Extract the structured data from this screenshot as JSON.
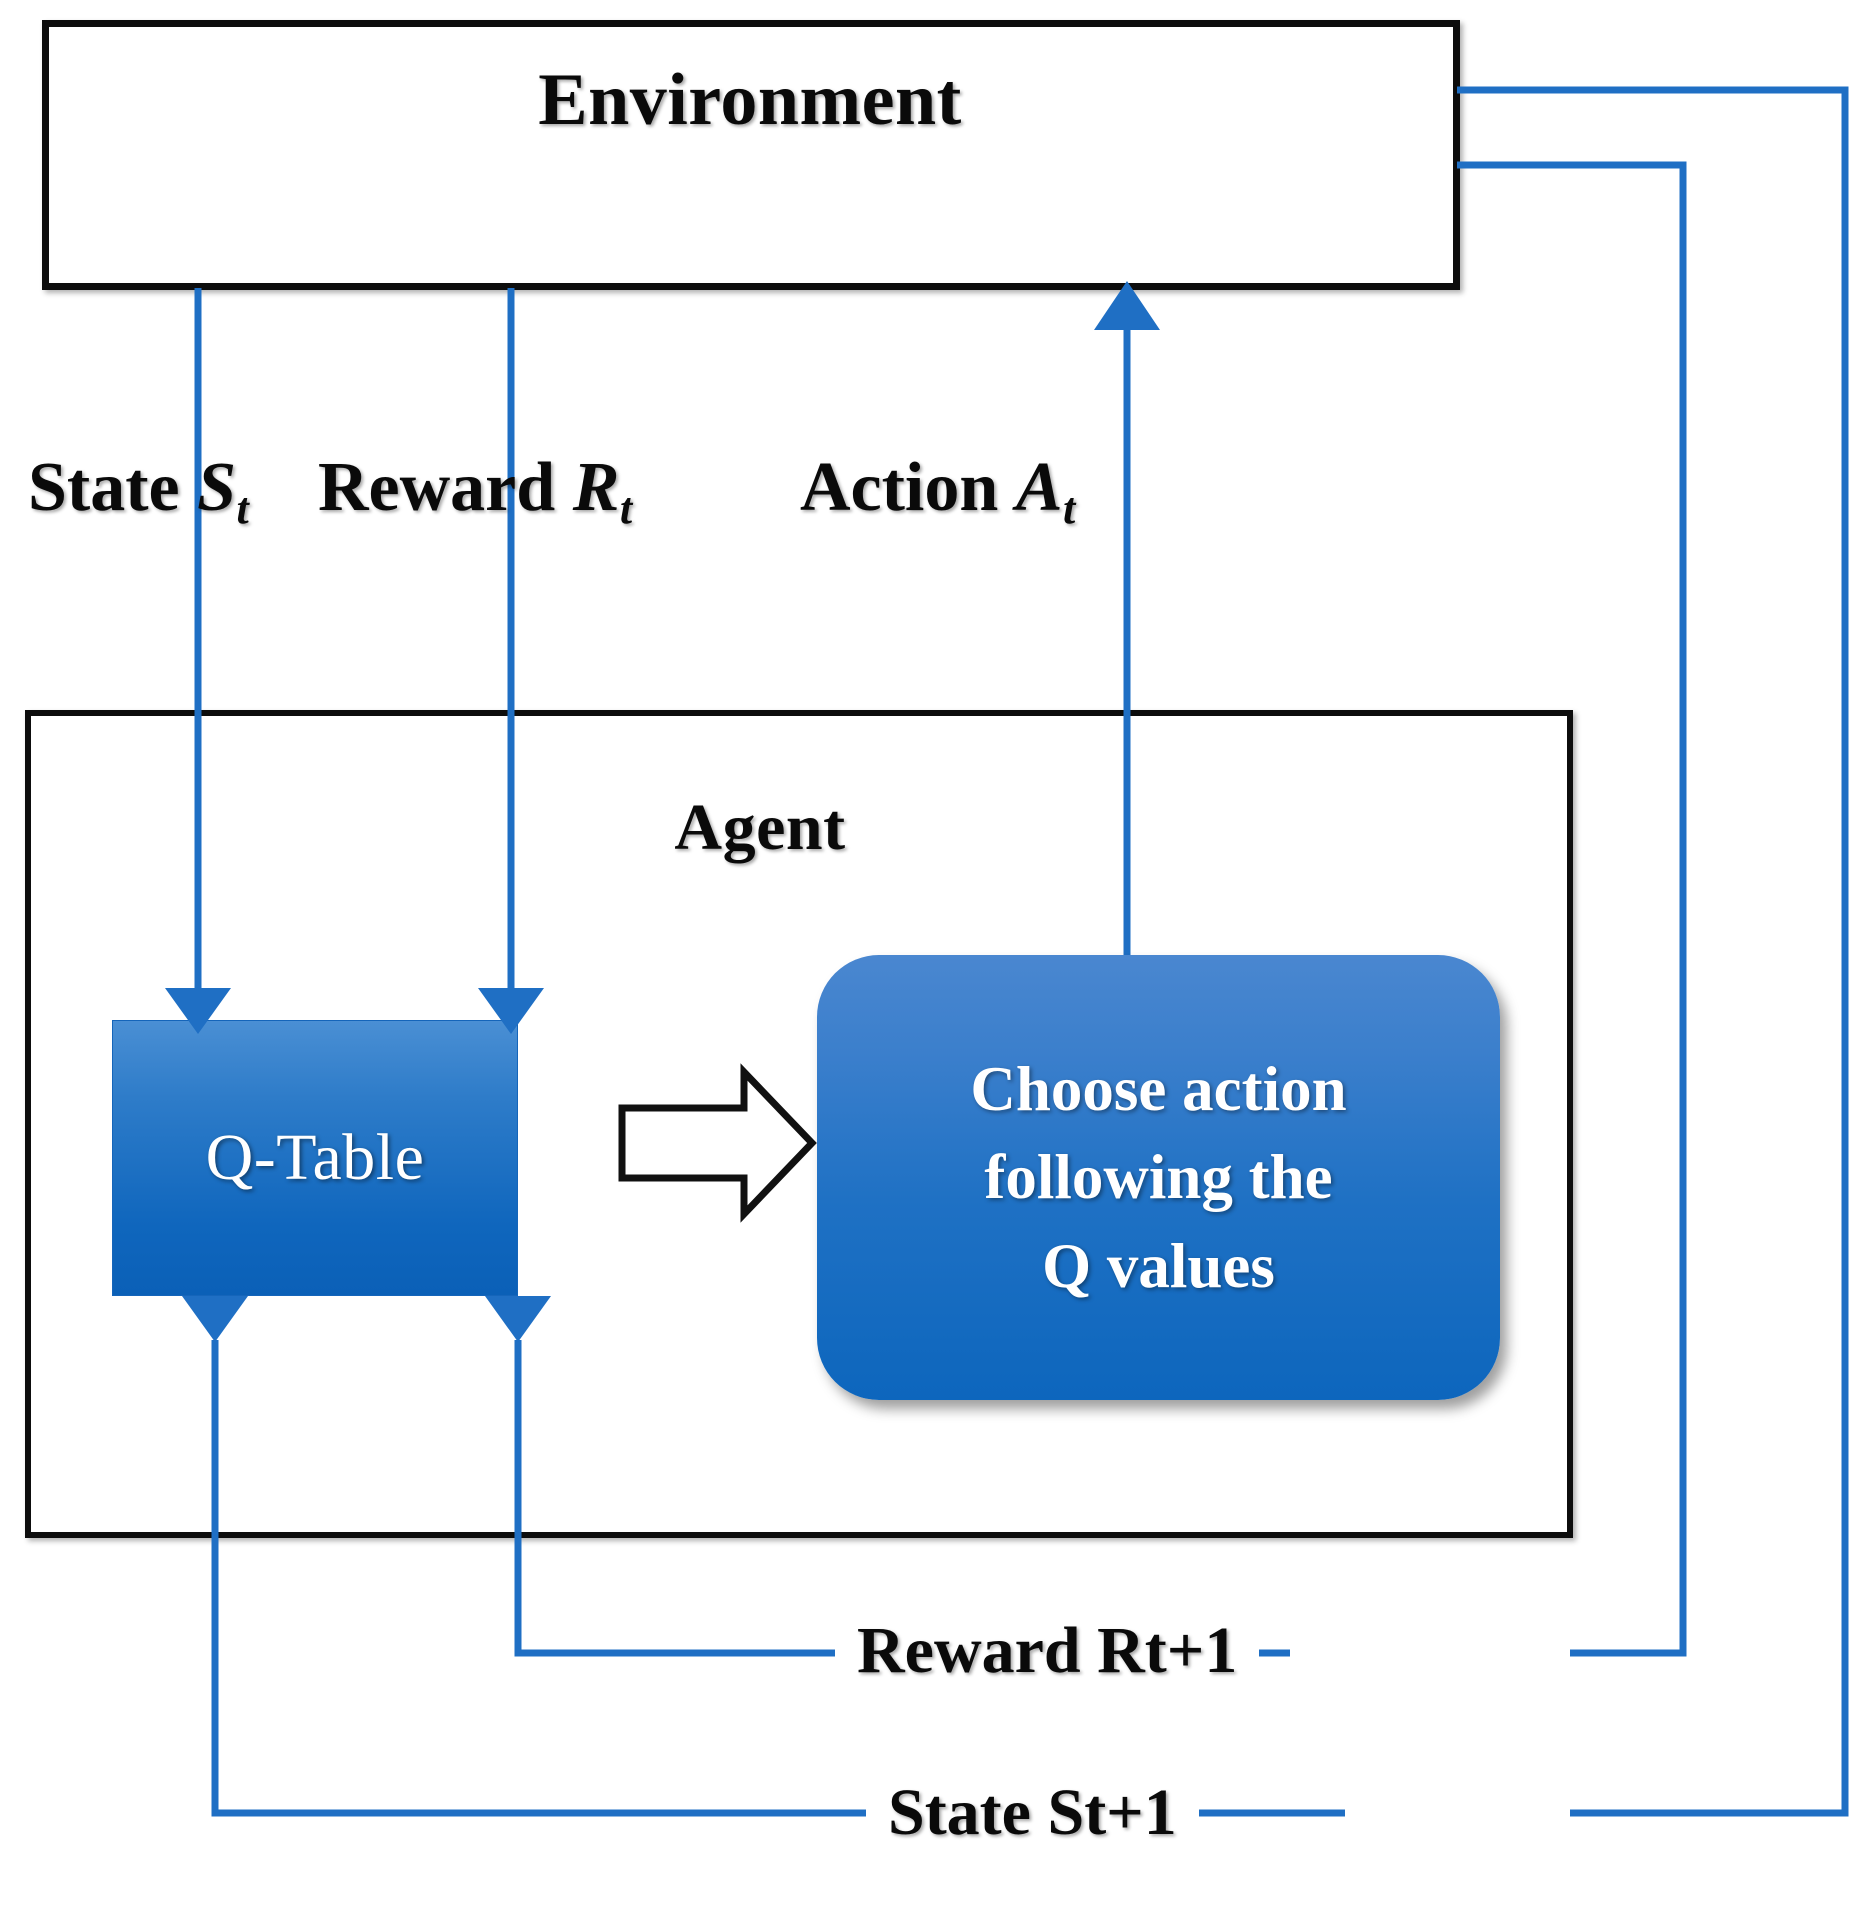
{
  "diagram": {
    "title": "Reinforcement Learning (Q-Learning) agent-environment interaction loop",
    "background_color": "#ffffff",
    "accent_color": "#1f6fc4",
    "line_color": "#1f6fc4",
    "box_border_color": "#0d0d0d",
    "nodes": {
      "environment": {
        "label": "Environment"
      },
      "agent": {
        "label": "Agent"
      },
      "q_table": {
        "label": "Q-Table"
      },
      "choose_action": {
        "lines": [
          "Choose action",
          "following the",
          "Q values"
        ]
      }
    },
    "edges": {
      "state_t": {
        "base": "State",
        "variable": "S",
        "subscript": "t"
      },
      "reward_t": {
        "base": "Reward",
        "variable": "R",
        "subscript": "t"
      },
      "action_t": {
        "base": "Action",
        "variable": "A",
        "subscript": "t"
      },
      "reward_t1": {
        "base": "Reward",
        "variable": "R",
        "subscript": "t+1"
      },
      "state_t1": {
        "base": "State",
        "variable": "S",
        "subscript": "t+1"
      }
    }
  }
}
